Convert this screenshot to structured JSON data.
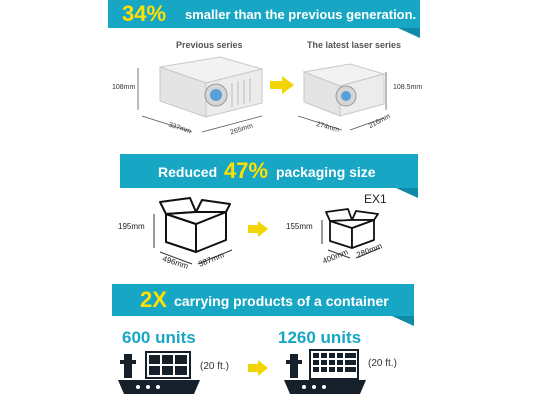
{
  "colors": {
    "banner": "#17a6c4",
    "highlight": "#ffe000",
    "arrow": "#f2d400",
    "ship": "#15202b",
    "box": "#111111"
  },
  "section1": {
    "percent": "34%",
    "text": "smaller than the previous generation.",
    "previous_label": "Previous series",
    "latest_label": "The latest laser series",
    "prev_height": "108mm",
    "prev_width": "337mm",
    "prev_depth": "265mm",
    "new_height": "108.5mm",
    "new_width": "274mm",
    "new_depth": "216mm"
  },
  "section2": {
    "prefix": "Reduced",
    "percent": "47%",
    "suffix": "packaging size",
    "model": "EX1",
    "old_height": "195mm",
    "old_width": "496mm",
    "old_depth": "387mm",
    "new_height": "155mm",
    "new_width": "400mm",
    "new_depth": "280mm"
  },
  "section3": {
    "multiplier": "2X",
    "text": "carrying products of a container",
    "old_units": "600 units",
    "new_units": "1260 units",
    "old_container": "(20 ft.)",
    "new_container": "(20 ft.)"
  },
  "icons": [
    "projector-icon",
    "arrow-right-icon",
    "box-icon",
    "cargo-ship-icon"
  ]
}
